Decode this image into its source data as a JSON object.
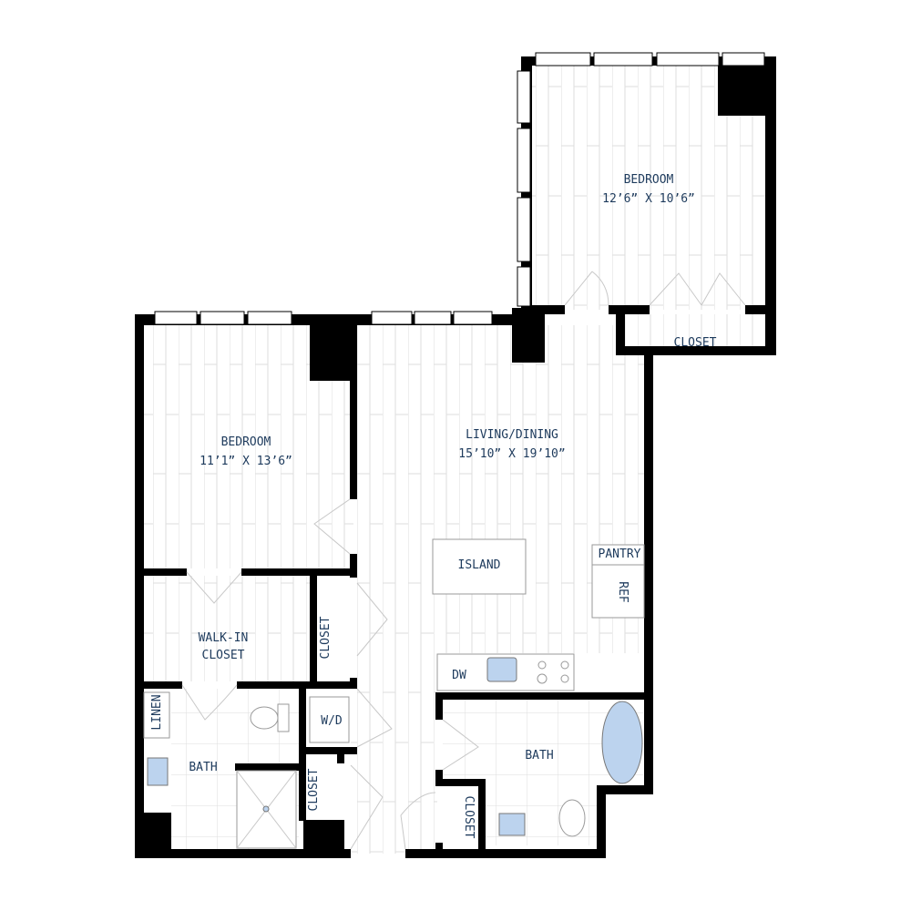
{
  "rooms": {
    "bedroom_upper": {
      "name": "BEDROOM",
      "size": "12’6” X 10’6”"
    },
    "bedroom_left": {
      "name": "BEDROOM",
      "size": "11’1” X 13’6”"
    },
    "living": {
      "name": "LIVING/DINING",
      "size": "15’10” X 19’10”"
    },
    "upper_closet": "CLOSET",
    "walk_in_line1": "WALK-IN",
    "walk_in_line2": "CLOSET",
    "hall_closet_1": "CLOSET",
    "hall_closet_2": "CLOSET",
    "bath_closet": "CLOSET",
    "linen": "LINEN",
    "bath_left": "BATH",
    "bath_right": "BATH",
    "wd": "W/D",
    "island": "ISLAND",
    "pantry": "PANTRY",
    "ref": "REF",
    "dw": "DW"
  },
  "colors": {
    "label": "#1d3a5c",
    "fixture": "#bcd3ee",
    "wall": "#000000"
  }
}
